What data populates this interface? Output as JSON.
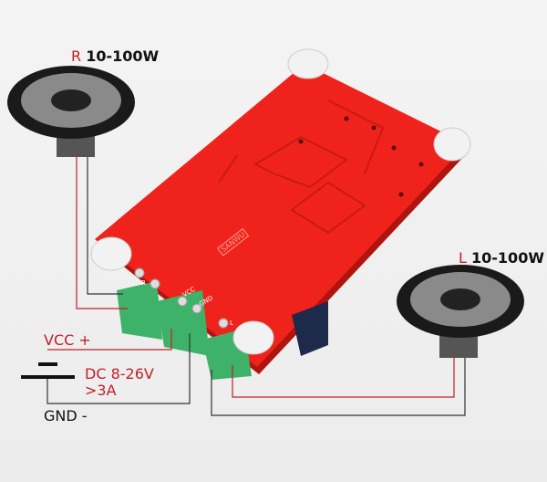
{
  "speakers": {
    "right": {
      "channel": "R",
      "power": "10-100W"
    },
    "left": {
      "channel": "L",
      "power": "10-100W"
    }
  },
  "power": {
    "vcc_label": "VCC +",
    "voltage": "DC 8-26V",
    "current": ">3A",
    "gnd_label": "GND -"
  },
  "board": {
    "brand": "SANWU",
    "pad_vcc": "VCC",
    "pad_gnd": "GND",
    "pad_r": "R",
    "pad_l": "L"
  },
  "colors": {
    "board": "#f0231c",
    "terminal": "#3fb26a",
    "annotation": "#c0202a"
  }
}
